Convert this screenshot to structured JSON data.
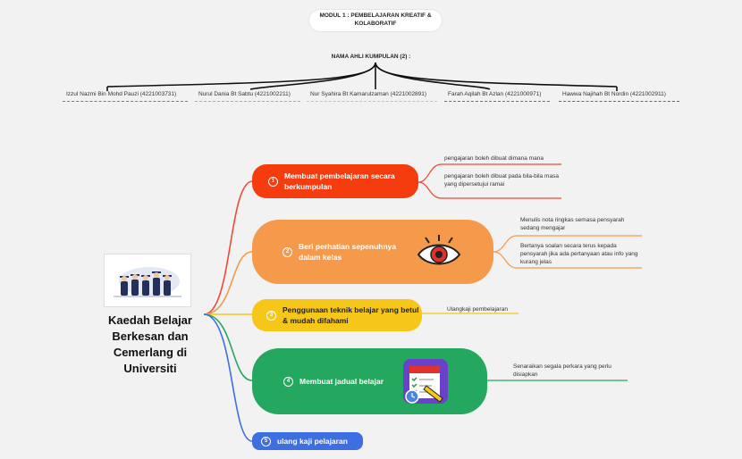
{
  "header": {
    "title": "MODUL 1 : PEMBELAJARAN KREATIF & KOLABORATIF",
    "members_title": "NAMA AHLI KUMPULAN (2) :"
  },
  "members": [
    {
      "name": "Izzul Nazmi Bin Mohd Pauzi (4221003731)",
      "color": "#f04a3a"
    },
    {
      "name": "Nurul Dania Bt Sabtu (4221002211)",
      "color": "#f39a3a"
    },
    {
      "name": "Nur Syahira Bt Kamarulzaman (4221002891)",
      "color": "#f6c619"
    },
    {
      "name": "Farah Aqilah Bt Azlan  (4221000971)",
      "color": "#2a9d55"
    },
    {
      "name": "Hawwa Najihah Bt Nordin (4221002911)",
      "color": "#2f6fd6"
    }
  ],
  "center": {
    "title": "Kaedah Belajar Berkesan dan Cemerlang di Universiti",
    "image_icon": "graduates-illustration"
  },
  "branches": [
    {
      "num": "1",
      "label": "Membuat pembelajaran secara berkumpulan",
      "color": "#f53c0e",
      "subs": [
        "pengajaran boleh dibuat dimana mana",
        "pengajaran boleh dibuat pada bila-bila masa\nyang dipersetujui ramai"
      ]
    },
    {
      "num": "2",
      "label": "Beri perhatian sepenuhnya dalam kelas",
      "color": "#f59a4a",
      "icon": "eye-icon",
      "subs": [
        "Menulis nota ringkas semasa pensyarah sedang mengajar",
        "Bertanya soalan secara terus kepada pensyarah  jika ada pertanyaan atau info yang kurang jelas"
      ]
    },
    {
      "num": "3",
      "label": "Penggunaan teknik belajar yang betul & mudah difahami",
      "color": "#f6c619",
      "subs": [
        "Ulangkaji pembelajaran"
      ]
    },
    {
      "num": "4",
      "label": "Membuat jadual belajar",
      "color": "#24a85f",
      "icon": "calendar-checklist-icon",
      "subs": [
        "Senaraikan segala perkara yang perlu disiapkan"
      ]
    },
    {
      "num": "5",
      "label": "ulang kaji pelajaran",
      "color": "#3d6fe0",
      "subs": []
    }
  ]
}
